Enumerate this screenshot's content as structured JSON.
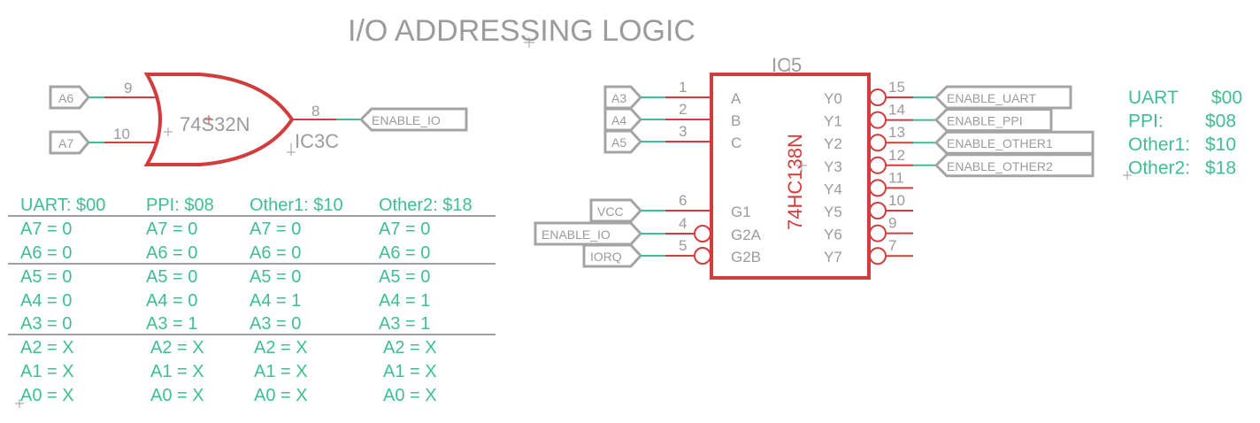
{
  "title": "I/O ADDRESSING LOGIC",
  "or_gate": {
    "part": "74S32N",
    "ref": "IC3C",
    "inputs": [
      {
        "net": "A6",
        "pin": "9"
      },
      {
        "net": "A7",
        "pin": "10"
      }
    ],
    "output": {
      "net": "ENABLE_IO",
      "pin": "8"
    }
  },
  "decoder": {
    "part": "74HC138N",
    "ref": "IC5",
    "left_pins": [
      {
        "net": "A3",
        "pin": "1",
        "name": "A",
        "inverted": false
      },
      {
        "net": "A4",
        "pin": "2",
        "name": "B",
        "inverted": false
      },
      {
        "net": "A5",
        "pin": "3",
        "name": "C",
        "inverted": false
      },
      {
        "net": "VCC",
        "pin": "6",
        "name": "G1",
        "inverted": false
      },
      {
        "net": "ENABLE_IO",
        "pin": "4",
        "name": "G2A",
        "inverted": true
      },
      {
        "net": "IORQ",
        "pin": "5",
        "name": "G2B",
        "inverted": true
      }
    ],
    "right_pins": [
      {
        "name": "Y0",
        "pin": "15",
        "net": "ENABLE_UART"
      },
      {
        "name": "Y1",
        "pin": "14",
        "net": "ENABLE_PPI"
      },
      {
        "name": "Y2",
        "pin": "13",
        "net": "ENABLE_OTHER1"
      },
      {
        "name": "Y3",
        "pin": "12",
        "net": "ENABLE_OTHER2"
      },
      {
        "name": "Y4",
        "pin": "11",
        "net": ""
      },
      {
        "name": "Y5",
        "pin": "10",
        "net": ""
      },
      {
        "name": "Y6",
        "pin": "9",
        "net": ""
      },
      {
        "name": "Y7",
        "pin": "7",
        "net": ""
      }
    ]
  },
  "address_map": [
    {
      "name": "UART",
      "addr": "$00"
    },
    {
      "name": "PPI:",
      "addr": "$08"
    },
    {
      "name": "Other1:",
      "addr": "$10"
    },
    {
      "name": "Other2:",
      "addr": "$18"
    }
  ],
  "truth_table": {
    "headers": [
      "UART: $00",
      "PPI: $08",
      "Other1: $10",
      "Other2: $18"
    ],
    "rows": [
      [
        "A7 = 0",
        "A7 = 0",
        "A7 = 0",
        "A7 = 0"
      ],
      [
        "A6 = 0",
        "A6 = 0",
        "A6 = 0",
        "A6 = 0"
      ],
      [
        "A5 = 0",
        "A5 = 0",
        "A5 = 0",
        "A5 = 0"
      ],
      [
        "A4 = 0",
        "A4 = 0",
        "A4 = 1",
        "A4 = 1"
      ],
      [
        "A3 = 0",
        "A3 = 1",
        "A3 = 0",
        "A3 = 1"
      ],
      [
        "A2 = X",
        "A2 = X",
        "A2 = X",
        "A2 = X"
      ],
      [
        "A1 = X",
        "A1 = X",
        "A1 = X",
        "A1 = X"
      ],
      [
        "A0 = X",
        "A0 = X",
        "A0 = X",
        "A0 = X"
      ]
    ]
  }
}
